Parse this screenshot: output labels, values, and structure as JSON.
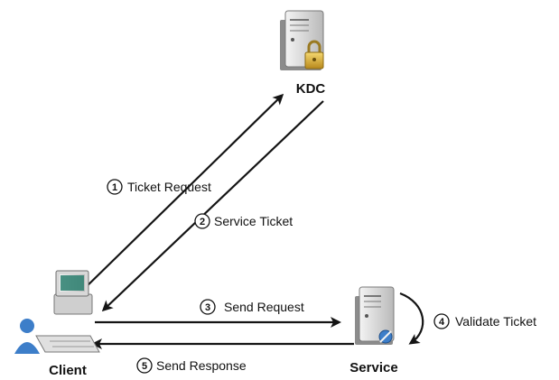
{
  "nodes": {
    "kdc": {
      "label": "KDC",
      "icon": "locked-server-icon"
    },
    "client": {
      "label": "Client",
      "icon": "user-workstation-icon"
    },
    "service": {
      "label": "Service",
      "icon": "service-server-icon"
    }
  },
  "steps": [
    {
      "number": "1",
      "label": "Ticket Request"
    },
    {
      "number": "2",
      "label": "Service Ticket"
    },
    {
      "number": "3",
      "label": "Send Request"
    },
    {
      "number": "4",
      "label": "Validate Ticket"
    },
    {
      "number": "5",
      "label": "Send Response"
    }
  ],
  "colors": {
    "arrow": "#141414",
    "server_body": "#e4e4e4",
    "lock": "#d9b13a",
    "user": "#3d7ec9",
    "screen": "#2a7f6f"
  }
}
